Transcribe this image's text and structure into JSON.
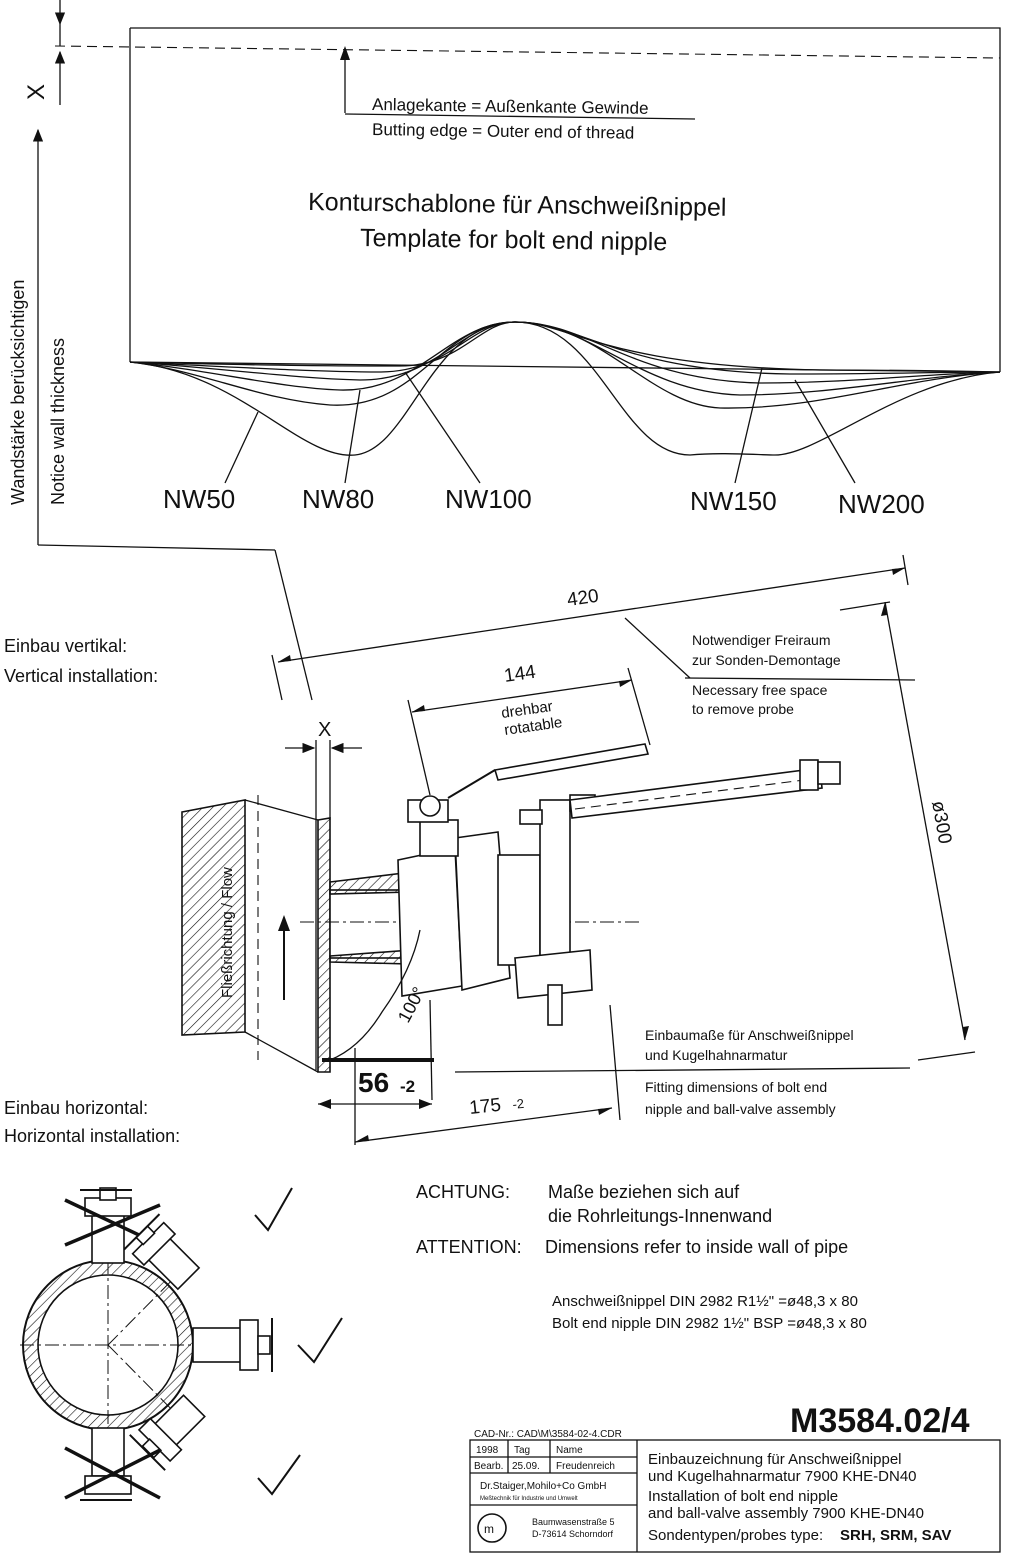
{
  "template": {
    "x_mark": "X",
    "butting_edge_de": "Anlagekante = Außenkante Gewinde",
    "butting_edge_en": "Butting edge = Outer end of thread",
    "title_de": "Konturschablone für Anschweißnippel",
    "title_en": "Template for bolt end nipple",
    "wall_de": "Wandstärke berücksichtigen",
    "wall_en": "Notice wall thickness",
    "sizes": [
      "NW50",
      "NW80",
      "NW100",
      "NW150",
      "NW200"
    ]
  },
  "vertical": {
    "label_de": "Einbau vertikal:",
    "label_en": "Vertical installation:",
    "dim_420": "420",
    "dim_144": "144",
    "rot_de": "drehbar",
    "rot_en": "rotatable",
    "x_mark": "X",
    "free_de_1": "Notwendiger Freiraum",
    "free_de_2": "zur Sonden-Demontage",
    "free_en_1": "Necessary free space",
    "free_en_2": "to remove probe",
    "dim_300": "ø300",
    "flow": "Fließrichtung / Flow",
    "angle": "100°",
    "dim_56": "56",
    "dim_56_tol": "-2",
    "dim_175": "175",
    "dim_175_tol": "-2",
    "fit_de_1": "Einbaumaße für Anschweißnippel",
    "fit_de_2": "und Kugelhahnarmatur",
    "fit_en_1": "Fitting dimensions of bolt end",
    "fit_en_2": "nipple and ball-valve assembly"
  },
  "horizontal": {
    "label_de": "Einbau horizontal:",
    "label_en": "Horizontal installation:"
  },
  "notes": {
    "achtung": "ACHTUNG:",
    "achtung_1": "Maße beziehen sich auf",
    "achtung_2": "die Rohrleitungs-Innenwand",
    "attention": "ATTENTION:",
    "attention_text": "Dimensions refer to inside wall of pipe",
    "nipple_de": "Anschweißnippel DIN 2982 R1½\" =ø48,3 x 80",
    "nipple_en": "Bolt end nipple DIN 2982 1½\"  BSP =ø48,3 x 80"
  },
  "title_block": {
    "drawing_no": "M3584.02/4",
    "cad": "CAD-Nr.: CAD\\M\\3584-02-4.CDR",
    "year": "1998",
    "tag": "Tag",
    "name": "Name",
    "bearb": "Bearb.",
    "date": "25.09.",
    "author": "Freudenreich",
    "company": "Dr.Staiger,Mohilo+Co GmbH",
    "company_sub": "Meßtechnik für Industrie und Umwelt",
    "street": "Baumwasenstraße 5",
    "city": "D-73614 Schorndorf",
    "desc_de_1": "Einbauzeichnung für Anschweißnippel",
    "desc_de_2": "und Kugelhahnarmatur 7900 KHE-DN40",
    "desc_en_1": "Installation of bolt end nipple",
    "desc_en_2": "and ball-valve assembly 7900 KHE-DN40",
    "probes_label": "Sondentypen/probes type:",
    "probes": "SRH, SRM, SAV"
  }
}
